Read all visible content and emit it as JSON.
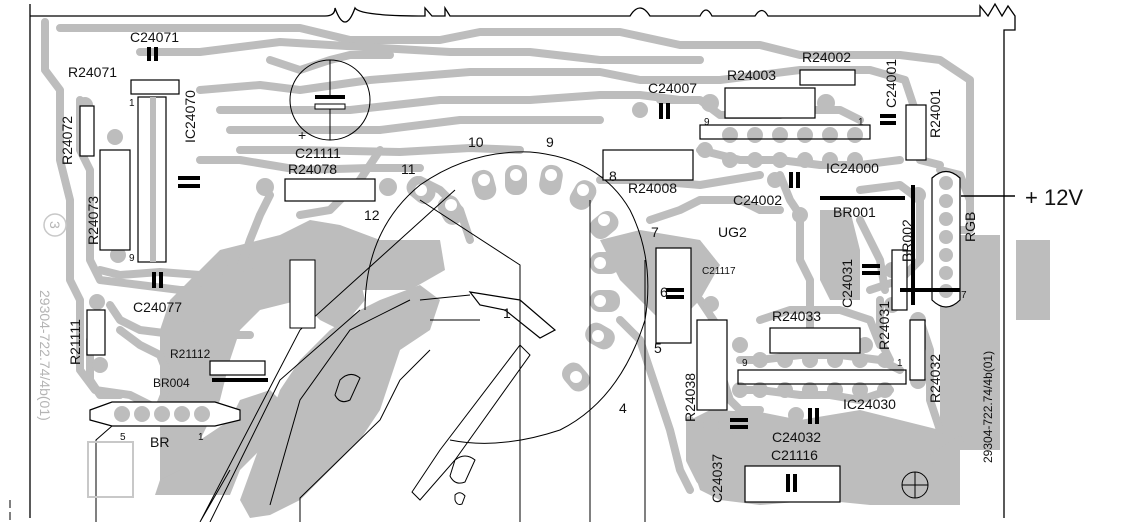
{
  "board": {
    "components": [
      {
        "id": "c24071",
        "text": "C24071"
      },
      {
        "id": "r24071",
        "text": "R24071"
      },
      {
        "id": "r24072",
        "text": "R24072"
      },
      {
        "id": "ic24070",
        "text": "IC24070"
      },
      {
        "id": "r24073",
        "text": "R24073"
      },
      {
        "id": "c24077",
        "text": "C24077"
      },
      {
        "id": "r21111",
        "text": "R21111"
      },
      {
        "id": "r21112",
        "text": "R21112"
      },
      {
        "id": "br004",
        "text": "BR004"
      },
      {
        "id": "br",
        "text": "BR"
      },
      {
        "id": "c21111",
        "text": "C21111"
      },
      {
        "id": "r24078",
        "text": "R24078"
      },
      {
        "id": "c24007",
        "text": "C24007"
      },
      {
        "id": "r24003",
        "text": "R24003"
      },
      {
        "id": "r24002",
        "text": "R24002"
      },
      {
        "id": "c24001",
        "text": "C24001"
      },
      {
        "id": "r24001",
        "text": "R24001"
      },
      {
        "id": "ic24000",
        "text": "IC24000"
      },
      {
        "id": "r24008",
        "text": "R24008"
      },
      {
        "id": "c24002",
        "text": "C24002"
      },
      {
        "id": "br001",
        "text": "BR001"
      },
      {
        "id": "br002",
        "text": "BR002"
      },
      {
        "id": "rgb",
        "text": "RGB"
      },
      {
        "id": "ug2",
        "text": "UG2"
      },
      {
        "id": "c21117",
        "text": "C21117"
      },
      {
        "id": "c24031",
        "text": "C24031"
      },
      {
        "id": "r24031",
        "text": "R24031"
      },
      {
        "id": "r24033",
        "text": "R24033"
      },
      {
        "id": "ic24030",
        "text": "IC24030"
      },
      {
        "id": "r24032",
        "text": "R24032"
      },
      {
        "id": "r24038",
        "text": "R24038"
      },
      {
        "id": "c24032",
        "text": "C24032"
      },
      {
        "id": "c24037",
        "text": "C24037"
      },
      {
        "id": "c21116",
        "text": "C21116"
      }
    ],
    "pins": [
      {
        "id": "p10",
        "text": "10"
      },
      {
        "id": "p9",
        "text": "9"
      },
      {
        "id": "p11",
        "text": "11"
      },
      {
        "id": "p12",
        "text": "12"
      },
      {
        "id": "p8",
        "text": "8"
      },
      {
        "id": "p7",
        "text": "7"
      },
      {
        "id": "p6",
        "text": "6"
      },
      {
        "id": "p5",
        "text": "5"
      },
      {
        "id": "p4",
        "text": "4"
      },
      {
        "id": "p1",
        "text": "1"
      },
      {
        "id": "ic24070_pin1",
        "text": "1"
      },
      {
        "id": "ic24070_pin9",
        "text": "9"
      },
      {
        "id": "ic24000_pin9",
        "text": "9"
      },
      {
        "id": "ic24000_pin1",
        "text": "1"
      },
      {
        "id": "ic24030_pin9",
        "text": "9"
      },
      {
        "id": "ic24030_pin1",
        "text": "1"
      },
      {
        "id": "br_pin5",
        "text": "5"
      },
      {
        "id": "br_pin1",
        "text": "1"
      },
      {
        "id": "rgb_pin7",
        "text": "7"
      }
    ],
    "supply_label": "+ 12V",
    "polarity_mark": "+",
    "board_number": "29304-722.74/4b(01)",
    "board_number_mirrored": "29304-722.74/4b(01)",
    "layer_mark": "3"
  }
}
